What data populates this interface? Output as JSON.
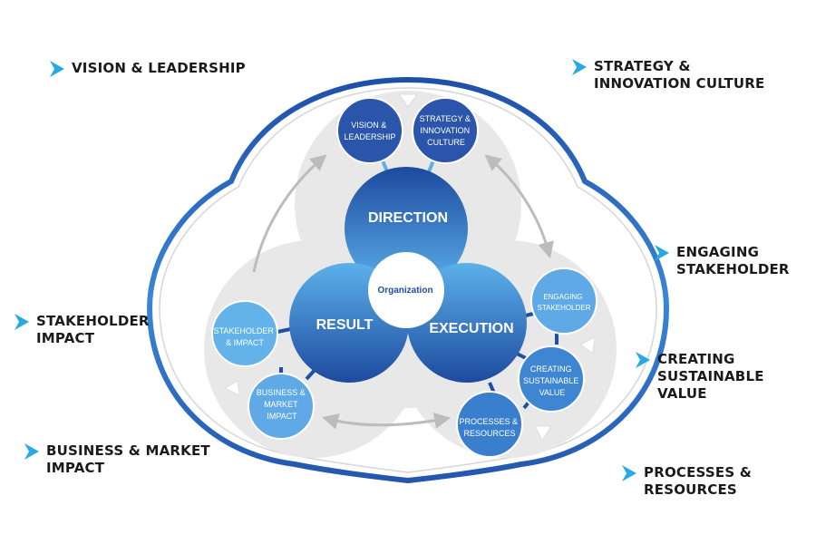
{
  "colors": {
    "dark_blue": "#1e4fa3",
    "mid_blue": "#3d7fd0",
    "light_blue": "#5fb0e6",
    "accent_cyan": "#29a9e1",
    "text_dark": "#1a1a1a",
    "gray_bg": "#e7e7e7",
    "arrow_gray": "#bcbcbc"
  },
  "icons": {
    "bullet": "chevron-arrow-icon"
  },
  "center": {
    "label": "Organization"
  },
  "core": {
    "direction": "DIRECTION",
    "result": "RESULT",
    "execution": "EXECUTION"
  },
  "nodes": {
    "vision": [
      "VISION &",
      "LEADERSHIP"
    ],
    "strategy": [
      "STRATEGY &",
      "INNOVATION",
      "CULTURE"
    ],
    "engaging": [
      "ENGAGING",
      "STAKEHOLDER"
    ],
    "creating": [
      "CREATING",
      "SUSTAINABLE",
      "VALUE"
    ],
    "processes": [
      "PROCESSES &",
      "RESOURCES"
    ],
    "business": [
      "BUSINESS &",
      "MARKET",
      "IMPACT"
    ],
    "stakeholder": [
      "STAKEHOLDER",
      "& IMPACT"
    ]
  },
  "side_labels": {
    "vision": [
      "VISION & LEADERSHIP"
    ],
    "strategy": [
      "STRATEGY &",
      "INNOVATION CULTURE"
    ],
    "engaging": [
      "ENGAGING",
      "STAKEHOLDER"
    ],
    "creating": [
      "CREATING",
      "SUSTAINABLE VALUE"
    ],
    "processes": [
      "PROCESSES &",
      "RESOURCES"
    ],
    "stakeholder": [
      "STAKEHOLDER",
      "IMPACT"
    ],
    "business": [
      "BUSINESS & MARKET",
      "IMPACT"
    ]
  }
}
